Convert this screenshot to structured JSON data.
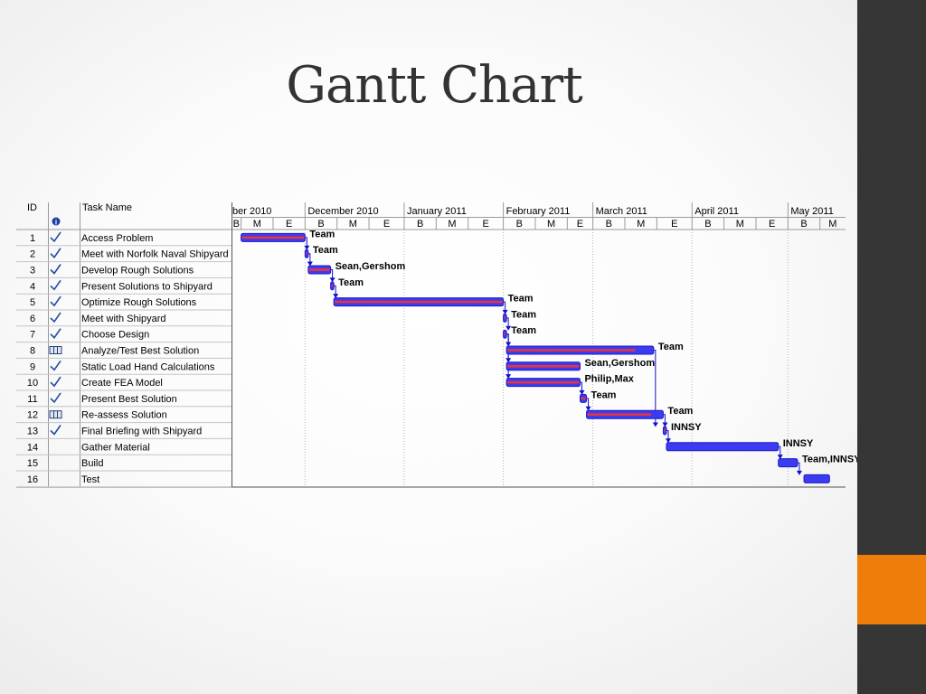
{
  "slide": {
    "title": "Gantt Chart"
  },
  "table": {
    "headers": {
      "id": "ID",
      "indicator": "i",
      "name": "Task Name"
    }
  },
  "colors": {
    "bar_fill": "#3b3bef",
    "bar_border": "#1a1acc",
    "progress": "#e8353b",
    "link": "#1010cc",
    "check": "#1a4fa0",
    "grid": "#9a9a9a",
    "sidebar": "#363636",
    "accent": "#ef7d0a"
  },
  "chart_data": {
    "type": "gantt",
    "title": "",
    "timescale": {
      "months": [
        "ber 2010",
        "December 2010",
        "January 2011",
        "February 2011",
        "March 2011",
        "April 2011",
        "May 2011"
      ],
      "month_starts": [
        "2010-11-01",
        "2010-12-01",
        "2011-01-01",
        "2011-02-01",
        "2011-03-01",
        "2011-04-01",
        "2011-05-01"
      ],
      "period_labels": [
        "B",
        "M",
        "E"
      ],
      "view_range": [
        "2010-11-08",
        "2011-05-19"
      ]
    },
    "tasks": [
      {
        "id": "1",
        "name": "Access Problem",
        "indicator": "check",
        "start": "2010-11-11",
        "end": "2010-12-01",
        "progress": 1.0,
        "resources": "Team"
      },
      {
        "id": "2",
        "name": "Meet with Norfolk Naval Shipyard",
        "indicator": "check",
        "start": "2010-12-01",
        "end": "2010-12-02",
        "progress": 1.0,
        "resources": "Team"
      },
      {
        "id": "3",
        "name": "Develop Rough Solutions",
        "indicator": "check",
        "start": "2010-12-02",
        "end": "2010-12-09",
        "progress": 1.0,
        "resources": "Sean,Gershom"
      },
      {
        "id": "4",
        "name": "Present Solutions to Shipyard",
        "indicator": "check",
        "start": "2010-12-09",
        "end": "2010-12-10",
        "progress": 1.0,
        "resources": "Team"
      },
      {
        "id": "5",
        "name": "Optimize Rough Solutions",
        "indicator": "check",
        "start": "2010-12-10",
        "end": "2011-02-01",
        "progress": 1.0,
        "resources": "Team"
      },
      {
        "id": "6",
        "name": "Meet with Shipyard",
        "indicator": "check",
        "start": "2011-02-01",
        "end": "2011-02-02",
        "progress": 1.0,
        "resources": "Team"
      },
      {
        "id": "7",
        "name": "Choose Design",
        "indicator": "check",
        "start": "2011-02-01",
        "end": "2011-02-02",
        "progress": 1.0,
        "resources": "Team"
      },
      {
        "id": "8",
        "name": "Analyze/Test Best Solution",
        "indicator": "calendar",
        "start": "2011-02-02",
        "end": "2011-03-20",
        "progress": 0.88,
        "resources": "Team"
      },
      {
        "id": "9",
        "name": "Static Load Hand Calculations",
        "indicator": "check",
        "start": "2011-02-02",
        "end": "2011-02-25",
        "progress": 1.0,
        "resources": "Sean,Gershom"
      },
      {
        "id": "10",
        "name": "Create FEA Model",
        "indicator": "check",
        "start": "2011-02-02",
        "end": "2011-02-25",
        "progress": 1.0,
        "resources": "Philip,Max"
      },
      {
        "id": "11",
        "name": "Present Best Solution",
        "indicator": "check",
        "start": "2011-02-25",
        "end": "2011-02-27",
        "progress": 1.0,
        "resources": "Team"
      },
      {
        "id": "12",
        "name": "Re-assess Solution",
        "indicator": "calendar",
        "start": "2011-02-27",
        "end": "2011-03-23",
        "progress": 0.85,
        "resources": "Team"
      },
      {
        "id": "13",
        "name": "Final Briefing with Shipyard",
        "indicator": "check",
        "start": "2011-03-23",
        "end": "2011-03-24",
        "progress": 1.0,
        "resources": "INNSY"
      },
      {
        "id": "14",
        "name": "Gather Material",
        "indicator": "",
        "start": "2011-03-24",
        "end": "2011-04-28",
        "progress": 0,
        "resources": "INNSY"
      },
      {
        "id": "15",
        "name": "Build",
        "indicator": "",
        "start": "2011-04-28",
        "end": "2011-05-04",
        "progress": 0,
        "resources": "Team,INNSY"
      },
      {
        "id": "16",
        "name": "Test",
        "indicator": "",
        "start": "2011-05-06",
        "end": "2011-05-14",
        "progress": 0,
        "resources": ""
      }
    ],
    "links": [
      [
        1,
        2
      ],
      [
        2,
        3
      ],
      [
        3,
        4
      ],
      [
        4,
        5
      ],
      [
        5,
        6
      ],
      [
        6,
        7
      ],
      [
        7,
        8
      ],
      [
        7,
        9
      ],
      [
        7,
        10
      ],
      [
        10,
        11
      ],
      [
        11,
        12
      ],
      [
        12,
        13
      ],
      [
        8,
        13
      ],
      [
        13,
        14
      ],
      [
        14,
        15
      ],
      [
        15,
        16
      ]
    ]
  }
}
